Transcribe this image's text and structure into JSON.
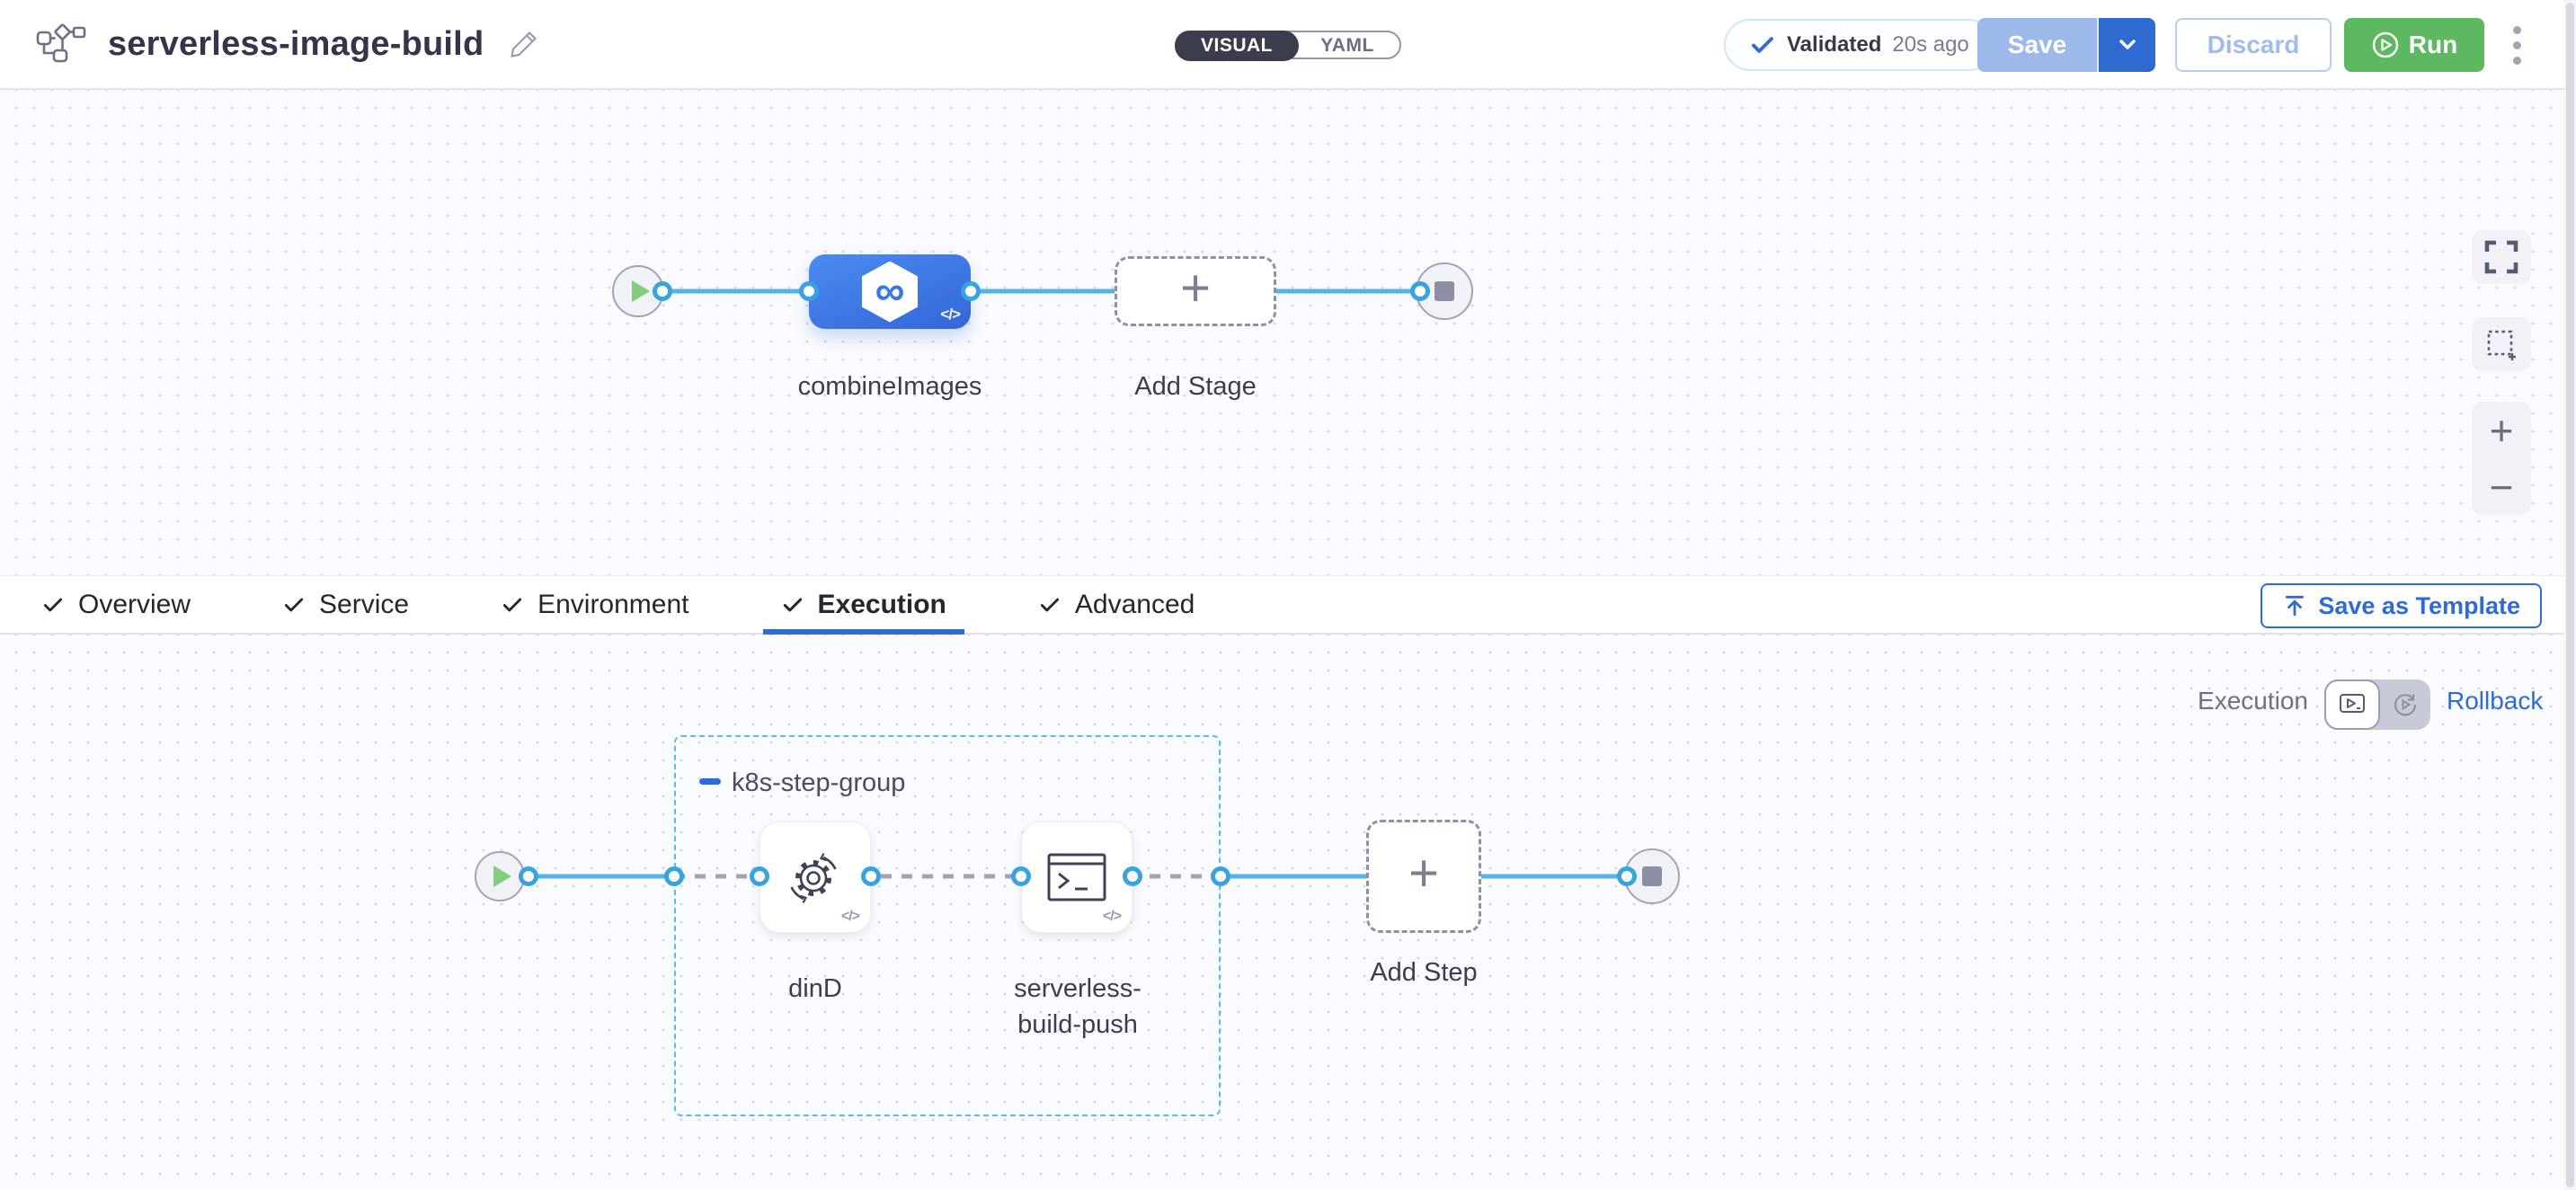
{
  "header": {
    "title": "serverless-image-build",
    "toggle": {
      "visual": "VISUAL",
      "yaml": "YAML"
    },
    "validated": {
      "label": "Validated",
      "time": "20s ago"
    },
    "save": "Save",
    "discard": "Discard",
    "run": "Run"
  },
  "stage_canvas": {
    "stage_label": "combineImages",
    "add_stage": "Add Stage"
  },
  "tabs": {
    "items": [
      {
        "label": "Overview"
      },
      {
        "label": "Service"
      },
      {
        "label": "Environment"
      },
      {
        "label": "Execution"
      },
      {
        "label": "Advanced"
      }
    ],
    "active": "Execution",
    "save_as_template": "Save as Template"
  },
  "execution_canvas": {
    "mode": "Execution",
    "rollback": "Rollback",
    "group": "k8s-step-group",
    "steps": [
      {
        "label": "dinD"
      },
      {
        "label": "serverless-build-push"
      }
    ],
    "add_step": "Add Step"
  },
  "icons": {
    "code": "</>",
    "infinity": "∞",
    "plus": "+",
    "minus": "−"
  },
  "colors": {
    "accent": "#2f6bd6",
    "wire_blue": "#54b3e8",
    "run_green": "#5cb960",
    "stage_blue": "#3b76e0",
    "dark_pill": "#3c3d4c"
  }
}
